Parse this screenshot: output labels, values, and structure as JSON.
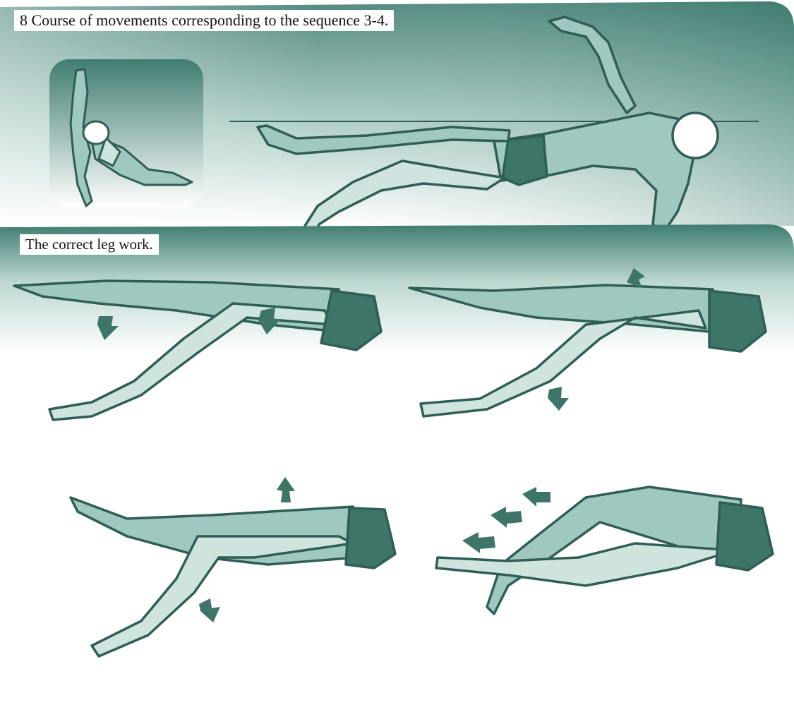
{
  "figure": {
    "caption_top": "8 Course of movements corresponding to the sequence 3-4.",
    "caption_bottom": "The correct leg work."
  },
  "colors": {
    "band_dark": "#3f7c71",
    "band_light": "#ffffff",
    "skin": "#9fc9c0",
    "skin_light": "#cfe4df",
    "outline": "#2f5e56",
    "trunks": "#3e7569",
    "arrow": "#3e7569"
  },
  "illustrations": [
    {
      "id": "inset-swimmer-front-view",
      "icon": "swimmer-rotating-icon"
    },
    {
      "id": "swimmer-side-arm-raised",
      "icon": "swimmer-backstroke-icon"
    },
    {
      "id": "legs-phase-1",
      "icon": "legs-kick-icon",
      "arrows": 2
    },
    {
      "id": "legs-phase-2",
      "icon": "legs-kick-icon",
      "arrows": 2
    },
    {
      "id": "legs-phase-3",
      "icon": "legs-kick-icon",
      "arrows": 2
    },
    {
      "id": "legs-phase-4",
      "icon": "legs-recovery-icon",
      "arrows": 3
    }
  ]
}
